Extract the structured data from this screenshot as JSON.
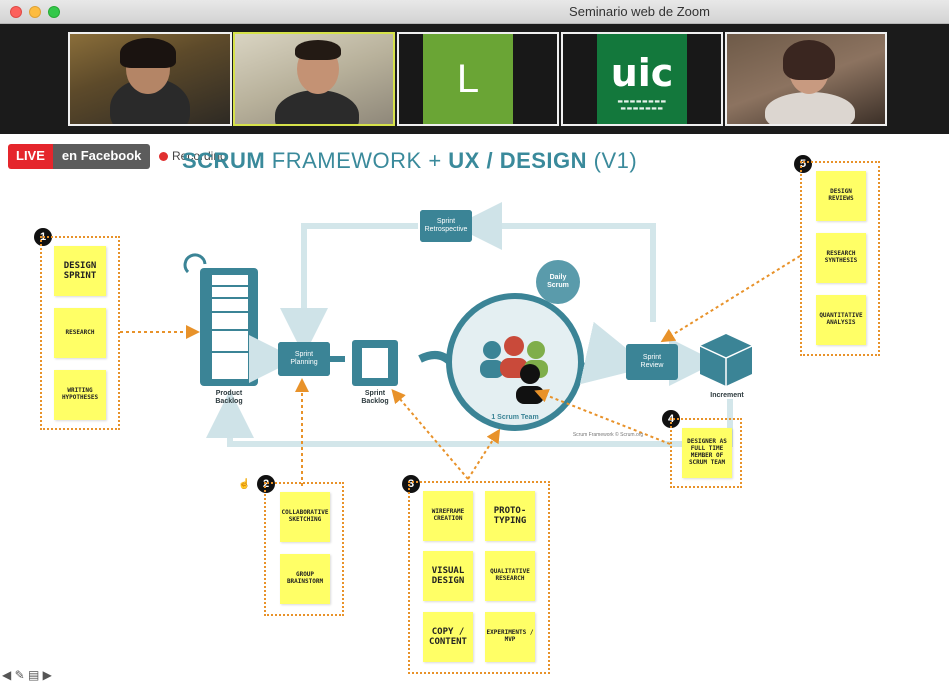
{
  "window": {
    "title": "Seminario web de Zoom"
  },
  "participants": [
    {
      "type": "camera"
    },
    {
      "type": "camera"
    },
    {
      "type": "avatar",
      "initial": "L",
      "color": "#6aa535"
    },
    {
      "type": "logo",
      "text": "uic",
      "color": "#13783c"
    },
    {
      "type": "camera"
    }
  ],
  "live": {
    "badge": "LIVE",
    "platform": "en Facebook",
    "recording": "Recording"
  },
  "slide": {
    "title_a": "SCRUM",
    "title_b": " FRAMEWORK + ",
    "title_c": "UX / DESIGN",
    "title_d": " (V1)",
    "credit": "Scrum Framework © Scrum.org",
    "scrum": {
      "product_backlog": "Product\nBacklog",
      "sprint_planning": "Sprint\nPlanning",
      "sprint_backlog": "Sprint\nBacklog",
      "sprint_retrospective": "Sprint\nRetrospective",
      "daily_scrum": "Daily\nScrum",
      "scrum_team": "1 Scrum Team",
      "sprint_review": "Sprint\nReview",
      "increment": "Increment"
    },
    "groups": [
      {
        "number": "1",
        "notes": [
          "DESIGN SPRINT",
          "RESEARCH",
          "WRITING HYPOTHESES"
        ]
      },
      {
        "number": "2",
        "notes": [
          "COLLABORATIVE SKETCHING",
          "GROUP BRAINSTORM"
        ]
      },
      {
        "number": "3",
        "notes": [
          "WIREFRAME CREATION",
          "PROTO-TYPING",
          "VISUAL DESIGN",
          "QUALITATIVE RESEARCH",
          "COPY / CONTENT",
          "EXPERIMENTS / MVP"
        ]
      },
      {
        "number": "4",
        "notes": [
          "DESIGNER AS FULL TIME MEMBER OF SCRUM TEAM"
        ]
      },
      {
        "number": "5",
        "notes": [
          "DESIGN REVIEWS",
          "RESEARCH SYNTHESIS",
          "QUANTITATIVE ANALYSIS"
        ]
      }
    ]
  },
  "colors": {
    "teal": "#3b8496",
    "accent_orange": "#e8922a",
    "sticky_yellow": "#ffff66",
    "live_red": "#e5262c"
  }
}
